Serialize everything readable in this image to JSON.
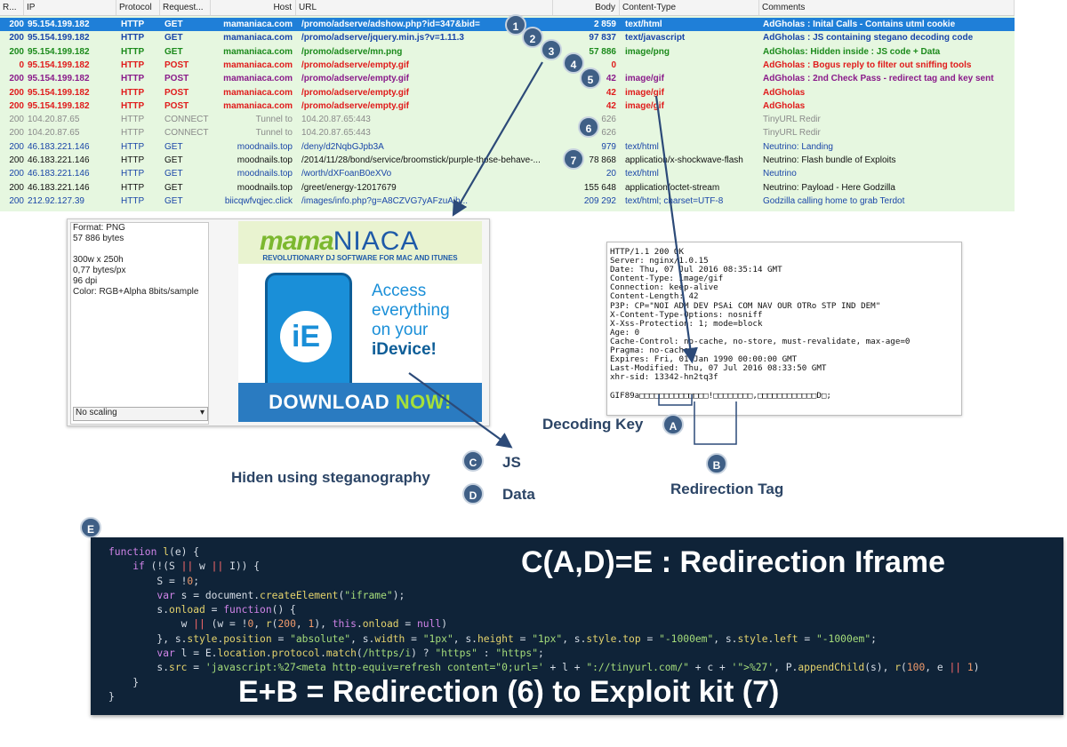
{
  "traffic": {
    "columns": [
      "R...",
      "IP",
      "Protocol",
      "Request...",
      "Host",
      "URL",
      "Body",
      "Content-Type",
      "Comments"
    ],
    "rows": [
      {
        "result": "200",
        "ip": "95.154.199.182",
        "protocol": "HTTP",
        "method": "GET",
        "host": "mamaniaca.com",
        "url": "/promo/adserve/adshow.php?id=347&bid=",
        "body": "2 859",
        "type": "text/html",
        "comment": "AdGholas : Inital Calls - Contains utml cookie",
        "color": "#ffffff",
        "selected": true,
        "bold": true
      },
      {
        "result": "200",
        "ip": "95.154.199.182",
        "protocol": "HTTP",
        "method": "GET",
        "host": "mamaniaca.com",
        "url": "/promo/adserve/jquery.min.js?v=1.11.3",
        "body": "97 837",
        "type": "text/javascript",
        "comment": "AdGholas : JS containing stegano decoding code",
        "color": "#1a46a8",
        "bold": true
      },
      {
        "result": "200",
        "ip": "95.154.199.182",
        "protocol": "HTTP",
        "method": "GET",
        "host": "mamaniaca.com",
        "url": "/promo/adserve/mn.png",
        "body": "57 886",
        "type": "image/png",
        "comment": "AdGholas: Hidden inside : JS code + Data",
        "color": "#1b8a1b",
        "bold": true
      },
      {
        "result": "0",
        "ip": "95.154.199.182",
        "protocol": "HTTP",
        "method": "POST",
        "host": "mamaniaca.com",
        "url": "/promo/adserve/empty.gif",
        "body": "0",
        "type": "",
        "comment": "AdGholas : Bogus reply to filter out sniffing tools",
        "color": "#e01b1b",
        "bold": true
      },
      {
        "result": "200",
        "ip": "95.154.199.182",
        "protocol": "HTTP",
        "method": "POST",
        "host": "mamaniaca.com",
        "url": "/promo/adserve/empty.gif",
        "body": "42",
        "type": "image/gif",
        "comment": "AdGholas : 2nd Check Pass - redirect tag and key sent",
        "color": "#8a1b8a",
        "bold": true
      },
      {
        "result": "200",
        "ip": "95.154.199.182",
        "protocol": "HTTP",
        "method": "POST",
        "host": "mamaniaca.com",
        "url": "/promo/adserve/empty.gif",
        "body": "42",
        "type": "image/gif",
        "comment": "AdGholas",
        "color": "#e01b1b",
        "bold": true
      },
      {
        "result": "200",
        "ip": "95.154.199.182",
        "protocol": "HTTP",
        "method": "POST",
        "host": "mamaniaca.com",
        "url": "/promo/adserve/empty.gif",
        "body": "42",
        "type": "image/gif",
        "comment": "AdGholas",
        "color": "#e01b1b",
        "bold": true
      },
      {
        "result": "200",
        "ip": "104.20.87.65",
        "protocol": "HTTP",
        "method": "CONNECT",
        "host": "Tunnel to",
        "url": "104.20.87.65:443",
        "body": "626",
        "type": "",
        "comment": "TinyURL Redir",
        "color": "#8a8a8a",
        "bold": false
      },
      {
        "result": "200",
        "ip": "104.20.87.65",
        "protocol": "HTTP",
        "method": "CONNECT",
        "host": "Tunnel to",
        "url": "104.20.87.65:443",
        "body": "626",
        "type": "",
        "comment": "TinyURL Redir",
        "color": "#8a8a8a",
        "bold": false
      },
      {
        "result": "200",
        "ip": "46.183.221.146",
        "protocol": "HTTP",
        "method": "GET",
        "host": "moodnails.top",
        "url": "/deny/d2NqbGJpb3A",
        "body": "979",
        "type": "text/html",
        "comment": "Neutrino: Landing",
        "color": "#1a46a8",
        "bold": false
      },
      {
        "result": "200",
        "ip": "46.183.221.146",
        "protocol": "HTTP",
        "method": "GET",
        "host": "moodnails.top",
        "url": "/2014/11/28/bond/service/broomstick/purple-those-behave-...",
        "body": "78 868",
        "type": "application/x-shockwave-flash",
        "comment": "Neutrino: Flash bundle of Exploits",
        "color": "#111111",
        "bold": false
      },
      {
        "result": "200",
        "ip": "46.183.221.146",
        "protocol": "HTTP",
        "method": "GET",
        "host": "moodnails.top",
        "url": "/worth/dXFoanB0eXVo",
        "body": "20",
        "type": "text/html",
        "comment": "Neutrino",
        "color": "#1a46a8",
        "bold": false
      },
      {
        "result": "200",
        "ip": "46.183.221.146",
        "protocol": "HTTP",
        "method": "GET",
        "host": "moodnails.top",
        "url": "/greet/energy-12017679",
        "body": "155 648",
        "type": "application/octet-stream",
        "comment": "Neutrino: Payload - Here Godzilla",
        "color": "#111111",
        "bold": false
      },
      {
        "result": "200",
        "ip": "212.92.127.39",
        "protocol": "HTTP",
        "method": "GET",
        "host": "biicqwfvqjec.click",
        "url": "/images/info.php?g=A8CZVG7yAFzuAjh...",
        "body": "209 292",
        "type": "text/html; charset=UTF-8",
        "comment": "Godzilla calling home to grab Terdot",
        "color": "#1a46a8",
        "bold": false
      }
    ],
    "selected_color": "#1f7fd8"
  },
  "inspector": {
    "info": [
      "Format: PNG",
      "57 886 bytes",
      "",
      "300w x 250h",
      "0,77 bytes/px",
      "96 dpi",
      "Color: RGB+Alpha 8bits/sample"
    ],
    "scaling": "No scaling"
  },
  "ad": {
    "logo_a": "mama",
    "logo_b": "NIACA",
    "tagline": "REVOLUTIONARY DJ SOFTWARE FOR MAC AND ITUNES",
    "app": "iE",
    "copy1": "Access",
    "copy2": "everything",
    "copy3": "on your",
    "copy4": "iDevice!",
    "button": "DOWNLOAD",
    "button_now": "NOW!"
  },
  "http_response": "HTTP/1.1 200 OK\nServer: nginx/1.0.15\nDate: Thu, 07 Jul 2016 08:35:14 GMT\nContent-Type: image/gif\nConnection: keep-alive\nContent-Length: 42\nP3P: CP=\"NOI ADM DEV PSAi COM NAV OUR OTRo STP IND DEM\"\nX-Content-Type-Options: nosniff\nX-Xss-Protection: 1; mode=block\nAge: 0\nCache-Control: no-cache, no-store, must-revalidate, max-age=0\nPragma: no-cache\nExpires: Fri, 01 Jan 1990 00:00:00 GMT\nLast-Modified: Thu, 07 Jul 2016 08:33:50 GMT\nxhr-sid: 13342-hn2tq3f\n\nGIF89a□□□□□□□□□□□□□□!□□□□□□□□,□□□□□□□□□□□□D□;",
  "callouts": {
    "n1": "1",
    "n2": "2",
    "n3": "3",
    "n4": "4",
    "n5": "5",
    "n6": "6",
    "n7": "7",
    "a": "A",
    "b": "B",
    "c": "C",
    "d": "D",
    "e": "E"
  },
  "captions": {
    "decoding_key": "Decoding Key",
    "redirection_tag": "Redirection Tag",
    "stegano": "Hiden using steganography",
    "js": "JS",
    "data": "Data"
  },
  "code": {
    "eq1": "C(A,D)=E  : Redirection Iframe",
    "eq2": "E+B = Redirection (6) to Exploit kit (7)"
  }
}
